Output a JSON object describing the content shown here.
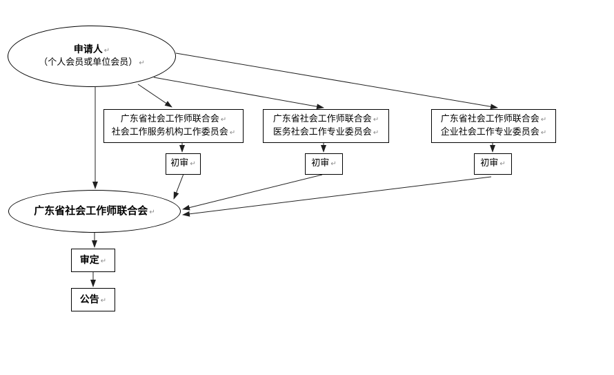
{
  "diagram": {
    "return_mark": "↵",
    "applicant": {
      "line1": "申请人",
      "line2": "（个人会员或单位会员）"
    },
    "committees": [
      {
        "line1": "广东省社会工作师联合会",
        "line2": "社会工作服务机构工作委员会"
      },
      {
        "line1": "广东省社会工作师联合会",
        "line2": "医务社会工作专业委员会"
      },
      {
        "line1": "广东省社会工作师联合会",
        "line2": "企业社会工作专业委员会"
      }
    ],
    "preliminary_review": "初审",
    "federation": "广东省社会工作师联合会",
    "approval": "审定",
    "announcement": "公告",
    "colors": {
      "background": "#ffffff",
      "line": "#1f1f1f",
      "border": "#000000",
      "text": "#000000",
      "return_mark": "#8a8a8a"
    }
  }
}
